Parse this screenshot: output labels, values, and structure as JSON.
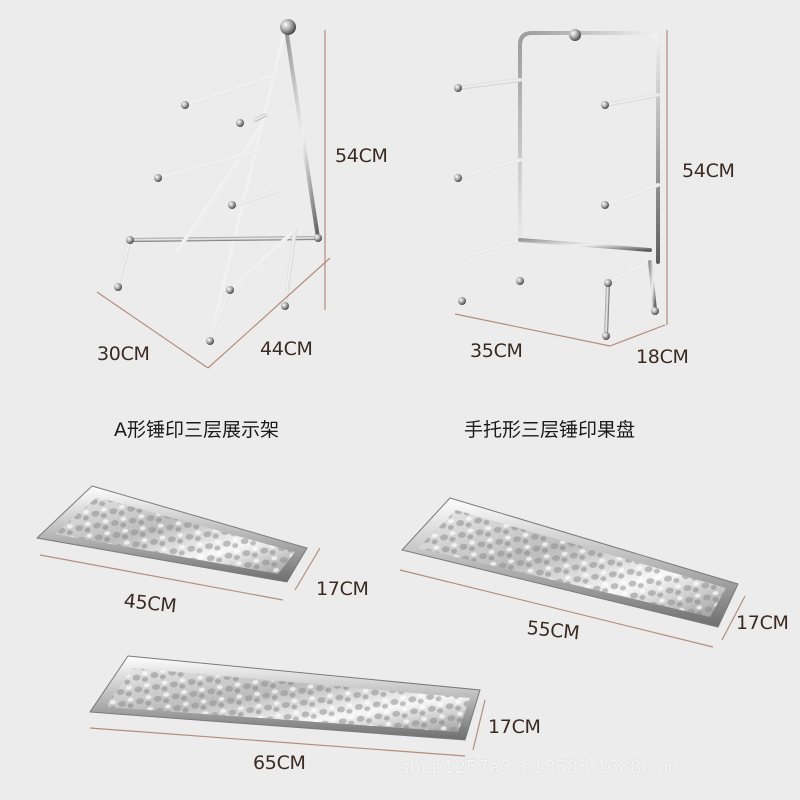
{
  "captions": {
    "a_frame": "A形锤印三层展示架",
    "hand_frame": "手托形三层锤印果盘"
  },
  "dimensions": {
    "a_frame_height": "54CM",
    "a_frame_depth": "30CM",
    "a_frame_width": "44CM",
    "hand_frame_height": "54CM",
    "hand_frame_width": "35CM",
    "hand_frame_depth": "18CM",
    "tray1_length": "45CM",
    "tray1_width": "17CM",
    "tray2_length": "55CM",
    "tray2_width": "17CM",
    "tray3_length": "65CM",
    "tray3_width": "17CM"
  },
  "watermark": "shop1257a3ce18583.1688.com",
  "colors": {
    "background": "#ececec",
    "dimension_text": "#3b2a22",
    "dimension_line": "#b58d7c",
    "metal_dark": "#6b6b6b",
    "metal_light": "#f4f4f4"
  }
}
